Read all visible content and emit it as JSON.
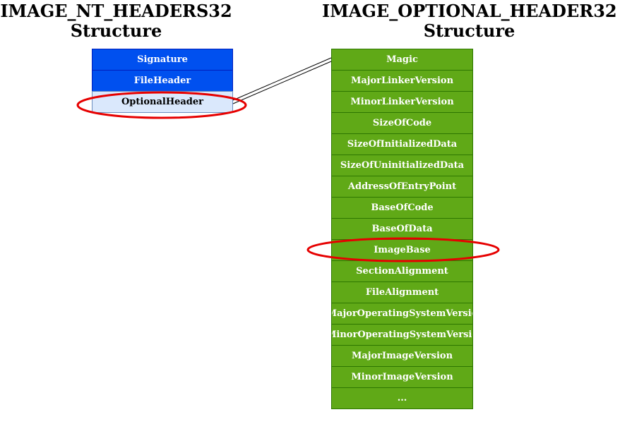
{
  "nt_headers": {
    "title_line1": "IMAGE_NT_HEADERS32",
    "title_line2": "Structure",
    "fields": [
      "Signature",
      "FileHeader",
      "OptionalHeader"
    ],
    "highlighted": "OptionalHeader"
  },
  "optional_header": {
    "title_line1": "IMAGE_OPTIONAL_HEADER32",
    "title_line2": "Structure",
    "fields": [
      "Magic",
      "MajorLinkerVersion",
      "MinorLinkerVersion",
      "SizeOfCode",
      "SizeOfInitializedData",
      "SizeOfUninitializedData",
      "AddressOfEntryPoint",
      "BaseOfCode",
      "BaseOfData",
      "ImageBase",
      "SectionAlignment",
      "FileAlignment",
      "MajorOperatingSystemVersio",
      "MinorOperatingSystemVersio",
      "MajorImageVersion",
      "MinorImageVersion",
      "..."
    ],
    "highlighted": "ImageBase"
  },
  "colors": {
    "blue_fill": "#0050ef",
    "light_blue_fill": "#dae8fc",
    "green_fill": "#60a917",
    "highlight_ellipse": "#e60000"
  }
}
